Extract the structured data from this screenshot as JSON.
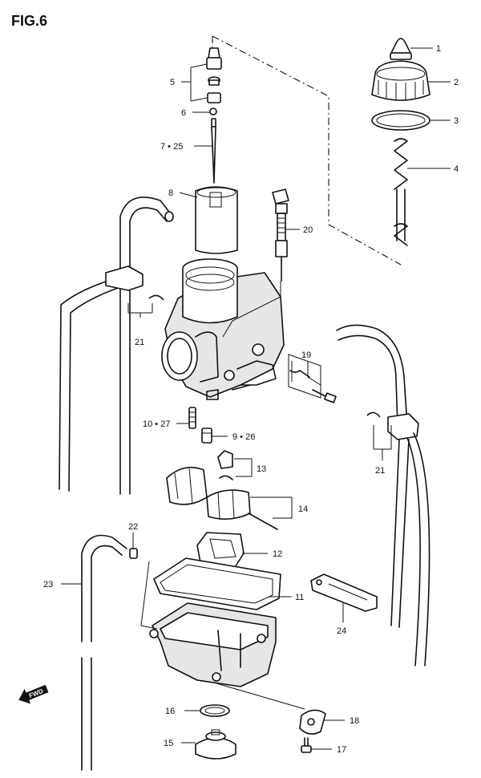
{
  "figure": {
    "title": "FIG.6"
  },
  "fwd_label": "FWD",
  "callouts": {
    "c1": "1",
    "c2": "2",
    "c3": "3",
    "c4": "4",
    "c5": "5",
    "c6": "6",
    "c7": "7 • 25",
    "c8": "8",
    "c9": "9 • 26",
    "c10": "10 • 27",
    "c11": "11",
    "c12": "12",
    "c13": "13",
    "c14": "14",
    "c15": "15",
    "c16": "16",
    "c17": "17",
    "c18": "18",
    "c19": "19",
    "c20": "20",
    "c21a": "21",
    "c21b": "21",
    "c22": "22",
    "c23": "23",
    "c24": "24"
  },
  "colors": {
    "ink": "#111111",
    "paper": "#ffffff"
  }
}
